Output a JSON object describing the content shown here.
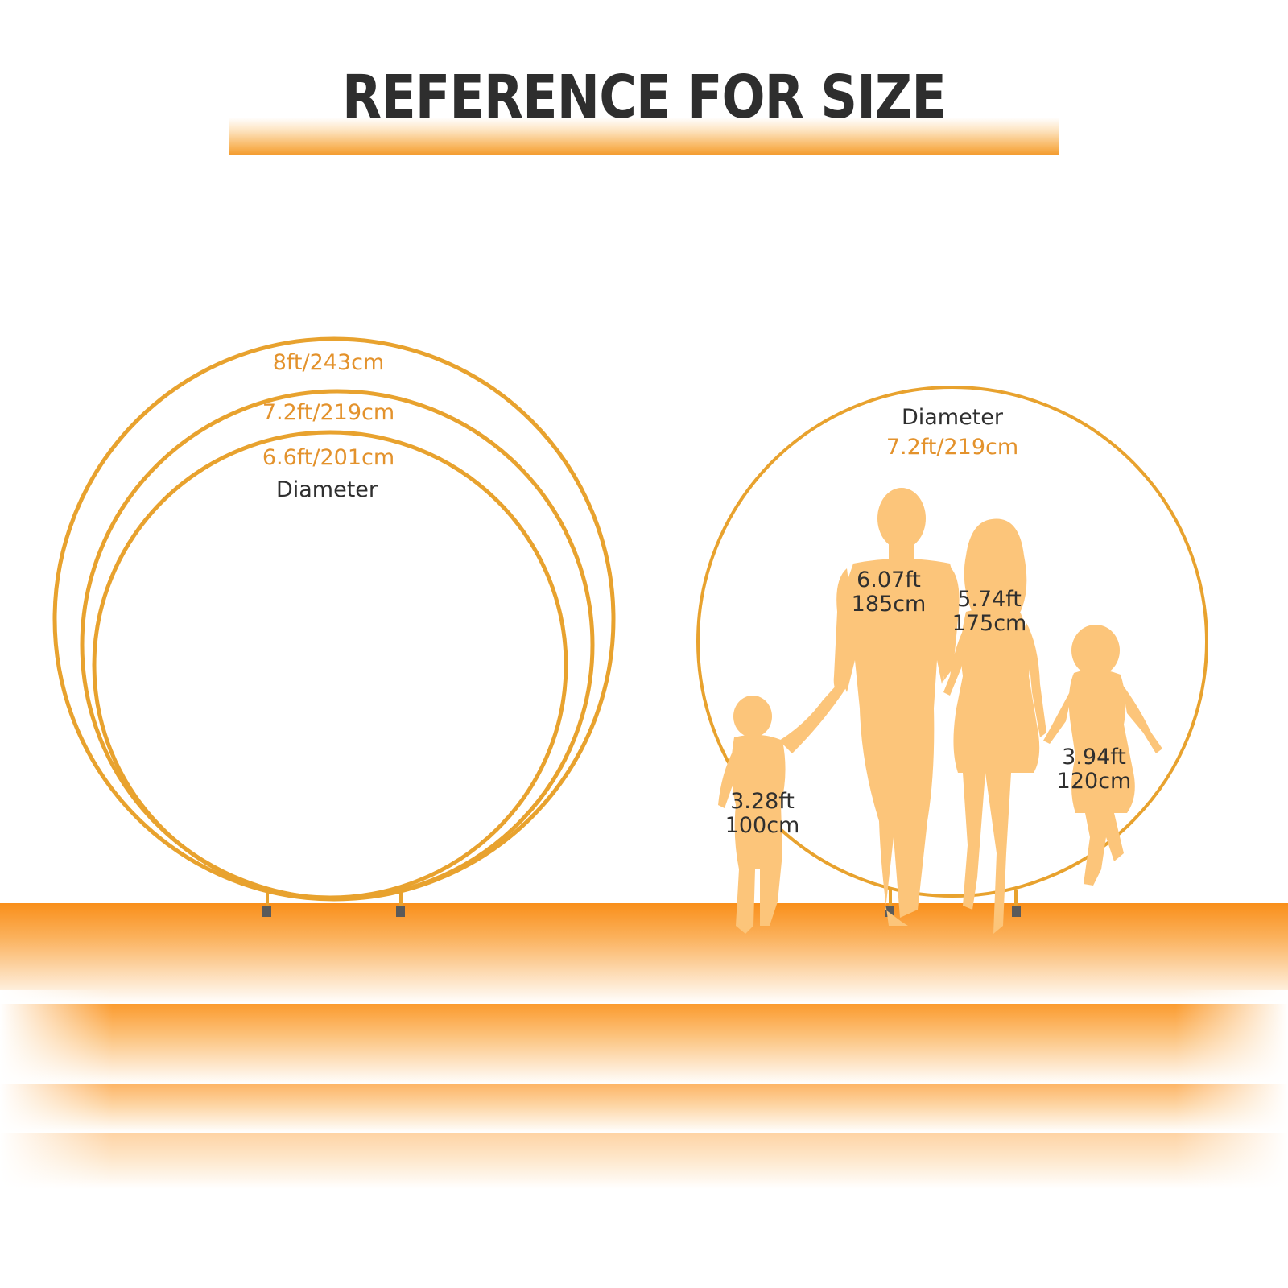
{
  "title": "REFERENCE FOR SIZE",
  "colors": {
    "hoop": "#e8a22e",
    "silhouette": "#fcc57a",
    "floor": "#f98f1a",
    "text_dark": "#2f2f2f",
    "text_orange": "#e3922c"
  },
  "left_group": {
    "hoops": [
      {
        "label": "8ft/243cm"
      },
      {
        "label": "7.2ft/219cm"
      },
      {
        "label": "6.6ft/201cm"
      }
    ],
    "diameter_label": "Diameter"
  },
  "right_group": {
    "diameter_label": "Diameter",
    "hoop_label": "7.2ft/219cm",
    "people": [
      {
        "name": "man",
        "height_ft": "6.07ft",
        "height_cm": "185cm"
      },
      {
        "name": "woman",
        "height_ft": "5.74ft",
        "height_cm": "175cm"
      },
      {
        "name": "boy",
        "height_ft": "3.28ft",
        "height_cm": "100cm"
      },
      {
        "name": "girl",
        "height_ft": "3.94ft",
        "height_cm": "120cm"
      }
    ]
  }
}
